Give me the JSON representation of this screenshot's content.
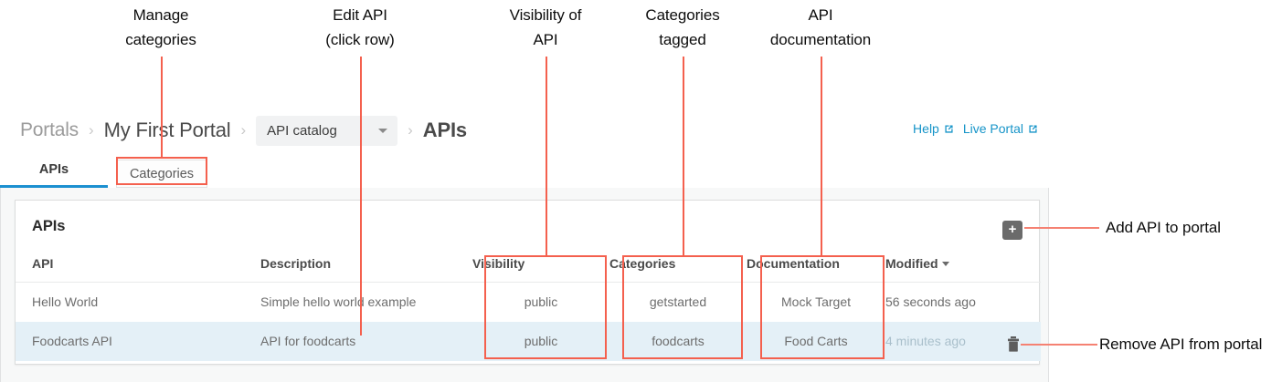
{
  "breadcrumb": {
    "root": "Portals",
    "portal": "My First Portal",
    "catalog_select": "API catalog",
    "current": "APIs",
    "sep": "›"
  },
  "header_links": {
    "help": "Help",
    "live_portal": "Live Portal",
    "external_icon": "external-link-icon"
  },
  "tabs": [
    {
      "label": "APIs",
      "active": true
    },
    {
      "label": "Categories",
      "active": false
    }
  ],
  "card": {
    "title": "APIs",
    "add_button": "+",
    "add_button_icon": "plus-icon",
    "delete_icon": "trash-icon"
  },
  "table": {
    "columns": [
      {
        "key": "api",
        "label": "API"
      },
      {
        "key": "description",
        "label": "Description"
      },
      {
        "key": "visibility",
        "label": "Visibility"
      },
      {
        "key": "categories",
        "label": "Categories"
      },
      {
        "key": "documentation",
        "label": "Documentation"
      },
      {
        "key": "modified",
        "label": "Modified",
        "sorted": true,
        "sort_caret": "▾"
      }
    ],
    "rows": [
      {
        "api": "Hello World",
        "description": "Simple hello world example",
        "visibility": "public",
        "categories": "getstarted",
        "documentation": "Mock Target",
        "modified": "56 seconds ago",
        "selected": false
      },
      {
        "api": "Foodcarts API",
        "description": "API for foodcarts",
        "visibility": "public",
        "categories": "foodcarts",
        "documentation": "Food Carts",
        "modified": "4 minutes ago",
        "selected": true
      }
    ]
  },
  "annotations": {
    "manage_categories": "Manage\ncategories",
    "edit_api": "Edit API\n(click row)",
    "visibility_of_api": "Visibility of\nAPI",
    "categories_tagged": "Categories\ntagged",
    "api_documentation": "API\ndocumentation",
    "add_api_to_portal": "Add API to portal",
    "remove_api_from_portal": "Remove API from portal"
  },
  "colors": {
    "annotation_red": "#f4604e",
    "annotation_line": "#f58172",
    "link_blue": "#1694c8",
    "tab_active_blue": "#1b8fd0",
    "selected_row": "#e4f0f7"
  }
}
